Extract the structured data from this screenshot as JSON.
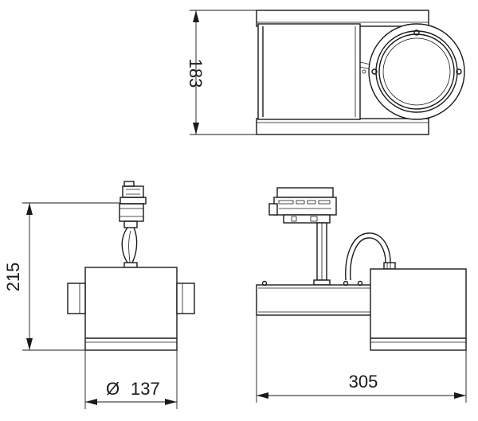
{
  "dimensions": {
    "top_view_depth": "183",
    "front_view_height": "215",
    "front_view_diameter_symbol": "Ø",
    "front_view_diameter_value": "137",
    "side_view_length": "305"
  }
}
